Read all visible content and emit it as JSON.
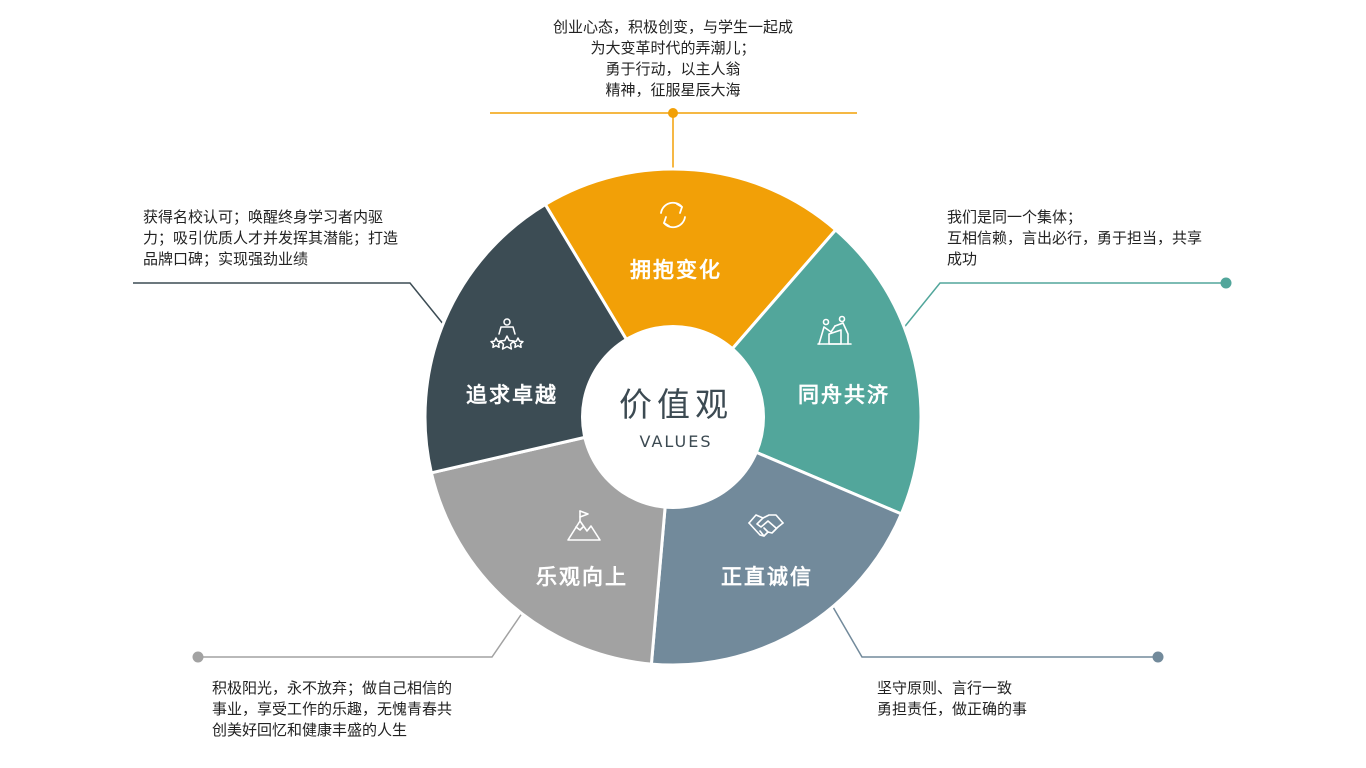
{
  "center": {
    "title": "价值观",
    "subtitle": "VALUES"
  },
  "segments": [
    {
      "id": "embrace-change",
      "label": "拥抱变化",
      "color": "#f2a007",
      "icon": "refresh-arrows-icon",
      "description": [
        "创业心态，积极创变，与学生一起成",
        "为大变革时代的弄潮儿；",
        "勇于行动，以主人翁",
        "精神，征服星辰大海"
      ]
    },
    {
      "id": "same-boat",
      "label": "同舟共济",
      "color": "#52a69b",
      "icon": "team-push-icon",
      "description": [
        "我们是同一个集体；",
        "互相信赖，言出必行，勇于担当，共享",
        "成功"
      ]
    },
    {
      "id": "integrity",
      "label": "正直诚信",
      "color": "#728a9b",
      "icon": "handshake-icon",
      "description": [
        "坚守原则、言行一致",
        "勇担责任，做正确的事"
      ]
    },
    {
      "id": "optimism",
      "label": "乐观向上",
      "color": "#a2a2a2",
      "icon": "mountain-flag-icon",
      "description": [
        "积极阳光，永不放弃；做自己相信的",
        "事业，享受工作的乐趣，无愧青春共",
        "创美好回忆和健康丰盛的人生"
      ]
    },
    {
      "id": "excellence",
      "label": "追求卓越",
      "color": "#3c4c54",
      "icon": "person-stars-icon",
      "description": [
        "获得名校认可；唤醒终身学习者内驱",
        "力；吸引优质人才并发挥其潜能；打造",
        "品牌口碑；实现强劲业绩"
      ]
    }
  ]
}
